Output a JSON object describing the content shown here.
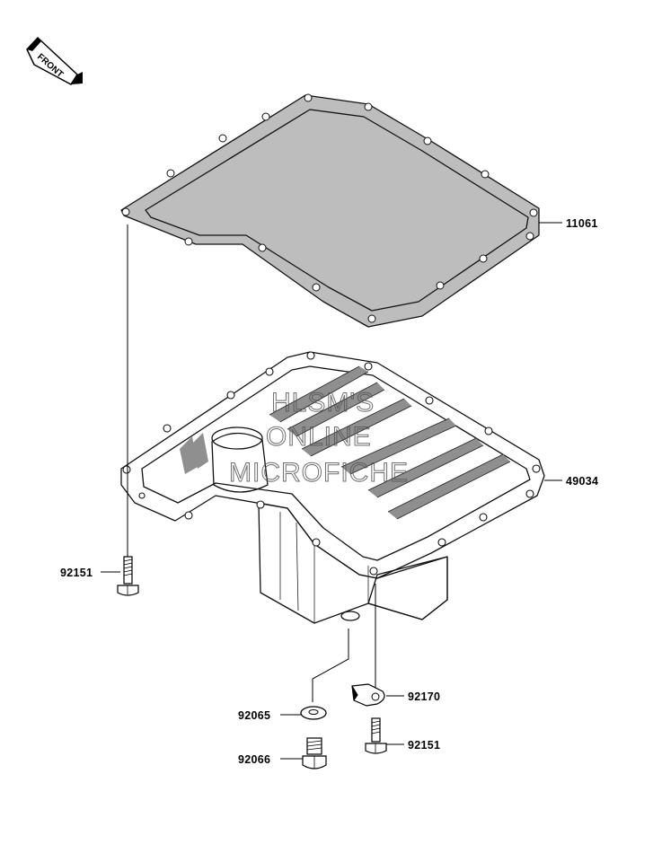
{
  "diagram": {
    "front_label": "FRONT",
    "watermark": [
      "HLSM'S",
      "ONLINE",
      "MICROFICHE"
    ],
    "parts": {
      "gasket": "11061",
      "oil_pan": "49034",
      "bolt_left": "92151",
      "bolt_right": "92151",
      "clamp": "92170",
      "washer": "92065",
      "drain_plug": "92066"
    }
  }
}
